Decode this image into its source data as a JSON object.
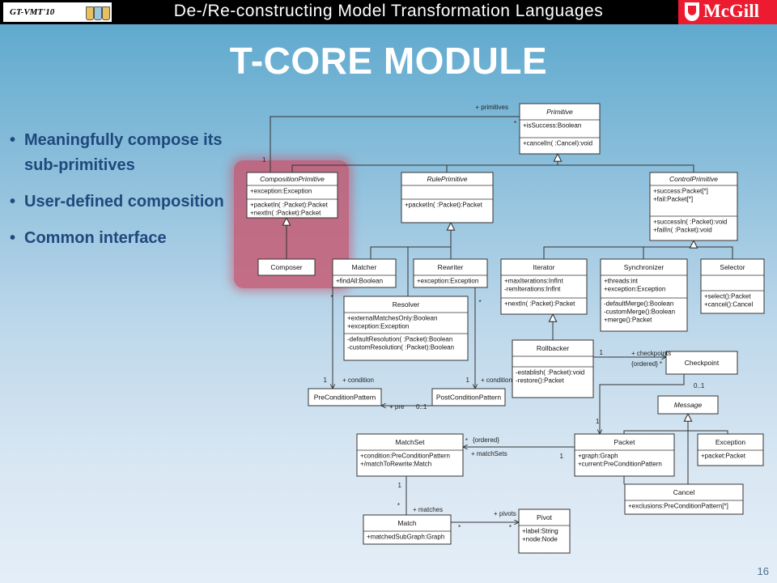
{
  "header": {
    "badge_text": "GT-VMT'10",
    "title": "De-/Re-constructing Model Transformation Languages",
    "logo_text": "McGill"
  },
  "slide": {
    "heading": "T-CORE MODULE",
    "bullets": [
      "Meaningfully compose its sub-primitives",
      "User-defined composition",
      "Common interface"
    ],
    "page_number": "16"
  },
  "diagram": {
    "classes": {
      "primitive": {
        "name": "Primitive",
        "abstract": true,
        "attrs": [
          "+isSuccess:Boolean"
        ],
        "ops": [
          "+cancelIn( :Cancel):void"
        ]
      },
      "composition": {
        "name": "CompositionPrimitive",
        "abstract": true,
        "attrs": [
          "+exception:Exception"
        ],
        "ops": [
          "+packetIn( :Packet):Packet",
          "+nextIn( :Packet):Packet"
        ]
      },
      "rule": {
        "name": "RulePrimitive",
        "abstract": true,
        "attrs": [],
        "ops": [
          "+packetIn( :Packet):Packet"
        ]
      },
      "control": {
        "name": "ControlPrimitive",
        "abstract": true,
        "attrs": [
          "+success:Packet[*]",
          "+fail:Packet[*]"
        ],
        "ops": [
          "+successIn( :Packet):void",
          "+failIn( :Packet):void"
        ]
      },
      "composer": {
        "name": "Composer"
      },
      "matcher": {
        "name": "Matcher",
        "attrs": [
          "+findAll:Boolean"
        ]
      },
      "rewriter": {
        "name": "Rewriter",
        "attrs": [
          "+exception:Exception"
        ]
      },
      "iterator": {
        "name": "Iterator",
        "attrs": [
          "+maxIterations:InfInt",
          "-remIterations:InfInt"
        ],
        "ops": [
          "+nextIn( :Packet):Packet"
        ]
      },
      "synchronizer": {
        "name": "Synchronizer",
        "attrs": [
          "+threads:int",
          "+exception:Exception"
        ],
        "ops": [
          "-defaultMerge():Boolean",
          "-customMerge():Boolean",
          "+merge():Packet"
        ]
      },
      "selector": {
        "name": "Selector",
        "attrs": [],
        "ops": [
          "+select():Packet",
          "+cancel():Cancel"
        ]
      },
      "resolver": {
        "name": "Resolver",
        "attrs": [
          "+externalMatchesOnly:Boolean",
          "+exception:Exception"
        ],
        "ops": [
          "-defaultResolution( :Packet):Boolean",
          "-customResolution( :Packet):Boolean"
        ]
      },
      "rollbacker": {
        "name": "Rollbacker",
        "attrs": [],
        "ops": [
          "-establish( :Packet):void",
          "-restore():Packet"
        ]
      },
      "checkpoint": {
        "name": "Checkpoint"
      },
      "precondition": {
        "name": "PreConditionPattern"
      },
      "postcondition": {
        "name": "PostConditionPattern"
      },
      "message": {
        "name": "Message",
        "abstract": true
      },
      "matchset": {
        "name": "MatchSet",
        "attrs": [
          "+condition:PreConditionPattern",
          "+/matchToRewrite:Match"
        ]
      },
      "packet": {
        "name": "Packet",
        "attrs": [
          "+graph:Graph",
          "+current:PreConditionPattern"
        ]
      },
      "exception": {
        "name": "Exception",
        "attrs": [
          "+packet:Packet"
        ]
      },
      "cancel": {
        "name": "Cancel",
        "attrs": [
          "+exclusions:PreConditionPattern[*]"
        ]
      },
      "match": {
        "name": "Match",
        "attrs": [
          "+matchedSubGraph:Graph"
        ]
      },
      "pivot": {
        "name": "Pivot",
        "attrs": [
          "+label:String",
          "+node:Node"
        ]
      }
    },
    "labels": {
      "primitives": "+ primitives",
      "star": "*",
      "one": "1",
      "condition": "+ condition",
      "pre": "+ pre",
      "zero_one": "0..1",
      "checkpoints": "+ checkpoints",
      "ordered": "{ordered}",
      "matchsets": "+ matchSets",
      "matches": "+ matches",
      "pivots": "+ pivots"
    }
  }
}
